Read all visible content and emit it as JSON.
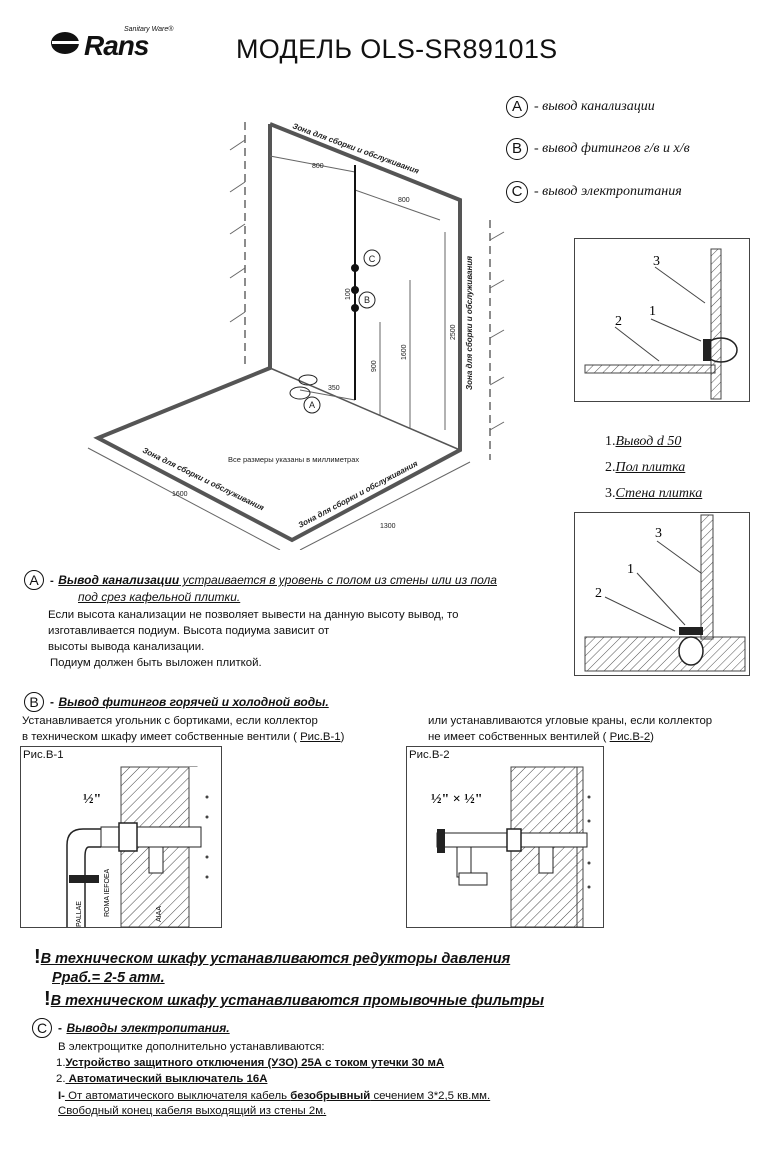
{
  "header": {
    "logo_text": "Rans",
    "logo_sub": "Sanitary Ware®",
    "title": "МОДЕЛЬ OLS-SR89101S"
  },
  "legend": [
    {
      "letter": "A",
      "text": "- вывод канализации"
    },
    {
      "letter": "B",
      "text": "- вывод фитингов г/в и х/в"
    },
    {
      "letter": "C",
      "text": "- вывод электропитания"
    }
  ],
  "main_diagram": {
    "zone_top": "Зона для сборки и обслуживания",
    "zone_right": "Зона для сборки и обслуживания",
    "zone_bottom_left": "Зона для сборки и обслуживания",
    "zone_bottom_right": "Зона для сборки и обслуживания",
    "dim_800_left": "800",
    "dim_800_right": "800",
    "dim_2500": "2500",
    "dim_1600": "1600",
    "dim_900": "900",
    "dim_100": "100",
    "dim_350": "350",
    "dim_1600_floor": "1600",
    "dim_1300": "1300",
    "note": "Все размеры указаны в миллиметрах",
    "label_a": "A",
    "label_b": "B",
    "label_c": "C"
  },
  "side_legend": [
    {
      "num": "1.",
      "text": "Вывод d 50"
    },
    {
      "num": "2.",
      "text": "Пол плитка"
    },
    {
      "num": "3.",
      "text": "Стена плитка"
    }
  ],
  "side_diagram_labels": {
    "one": "1",
    "two": "2",
    "three": "3"
  },
  "section_a": {
    "letter": "A",
    "dash": "-",
    "heading": "Вывод канализации",
    "heading_rest": " устраивается в уровень с полом из стены или из пола",
    "heading_line2": "под срез кафельной плитки.",
    "lines": [
      "Если высота канализации не позволяет вывести на данную высоту вывод, то",
      "изготавливается подиум. Высота подиума зависит от",
      "высоты вывода канализации.",
      "Подиум должен быть выложен плиткой."
    ]
  },
  "section_b": {
    "letter": "B",
    "dash": "-",
    "heading": "Вывод фитингов горячей и холодной воды.",
    "left_line1": "Устанавливается угольник с бортиками,  если коллектор",
    "left_line2_pre": "в техническом шкафу имеет собственные вентили ( ",
    "left_line2_link": "Рис.В-1",
    "left_line2_post": ")",
    "right_line1": "или  устанавливаются угловые краны, если коллектор",
    "right_line2_pre": "не имеет собственных вентилей ( ",
    "right_line2_link": "Рис.В-2",
    "right_line2_post": ")",
    "fig1_title": "Рис.В-1",
    "fig1_size": "½\"",
    "fig1_label_a": "ROMA IEFOEA",
    "fig1_label_b": "PALLAE",
    "fig1_label_c": "AIAA",
    "fig2_title": "Рис.В-2",
    "fig2_size": "½\" × ½\""
  },
  "warnings": [
    {
      "mark": "!",
      "text": "В техническом шкафу устанавливаются редукторы давления"
    },
    {
      "mark": "",
      "text": "Рраб.= 2-5 атм."
    },
    {
      "mark": "!",
      "text": "В техническом шкафу устанавливаются промывочные фильтры"
    }
  ],
  "section_c": {
    "letter": "C",
    "dash": "-",
    "heading": "Выводы электропитания.",
    "intro": "В электрощитке дополнительно устанавливаются:",
    "item1_num": "1.",
    "item1": "Устройство защитного отключения (УЗО)  25А с током  утечки 30 мА",
    "item2_num": "2.",
    "item2": " Автоматический выключатель 16А",
    "item3_mark": "I-",
    "item3_pre": "  От автоматического выключателя  кабель ",
    "item3_bold": "безобрывный",
    "item3_post": " сечением 3*2,5 кв.мм.",
    "item4": "Свободный конец кабеля выходящий из стены 2м."
  }
}
